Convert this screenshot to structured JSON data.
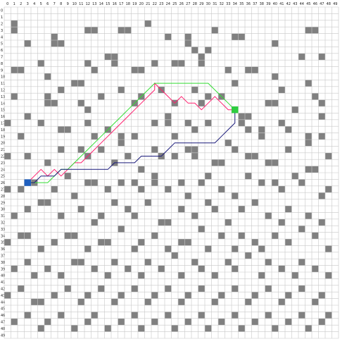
{
  "grid": {
    "columns": 50,
    "rows": 50,
    "column_labels": [
      "0",
      "1",
      "2",
      "3",
      "4",
      "5",
      "6",
      "7",
      "8",
      "9",
      "10",
      "11",
      "12",
      "13",
      "14",
      "15",
      "16",
      "17",
      "18",
      "19",
      "20",
      "21",
      "22",
      "23",
      "24",
      "25",
      "26",
      "27",
      "28",
      "29",
      "30",
      "31",
      "32",
      "33",
      "34",
      "35",
      "36",
      "37",
      "38",
      "39",
      "40",
      "41",
      "42",
      "43",
      "44",
      "45",
      "46",
      "47",
      "48",
      "49"
    ],
    "row_labels": [
      "0",
      "1",
      "2",
      "3",
      "4",
      "5",
      "6",
      "7",
      "8",
      "9",
      "10",
      "11",
      "12",
      "13",
      "14",
      "15",
      "16",
      "17",
      "18",
      "19",
      "20",
      "21",
      "22",
      "23",
      "24",
      "25",
      "26",
      "27",
      "28",
      "29",
      "30",
      "31",
      "32",
      "33",
      "34",
      "35",
      "36",
      "37",
      "38",
      "39",
      "40",
      "41",
      "42",
      "43",
      "44",
      "45",
      "46",
      "47",
      "48",
      "49"
    ],
    "obstacles": [
      [
        1,
        2
      ],
      [
        1,
        3
      ],
      [
        7,
        4
      ],
      [
        7,
        5
      ],
      [
        8,
        5
      ],
      [
        3,
        5
      ],
      [
        12,
        3
      ],
      [
        13,
        3
      ],
      [
        17,
        3
      ],
      [
        18,
        3
      ],
      [
        21,
        2
      ],
      [
        24,
        4
      ],
      [
        27,
        4
      ],
      [
        27,
        5
      ],
      [
        31,
        3
      ],
      [
        34,
        4
      ],
      [
        35,
        4
      ],
      [
        40,
        5
      ],
      [
        45,
        3
      ],
      [
        46,
        3
      ],
      [
        44,
        7
      ],
      [
        47,
        7
      ],
      [
        1,
        9
      ],
      [
        2,
        9
      ],
      [
        5,
        8
      ],
      [
        6,
        10
      ],
      [
        10,
        11
      ],
      [
        11,
        11
      ],
      [
        12,
        8
      ],
      [
        13,
        9
      ],
      [
        15,
        7
      ],
      [
        16,
        7
      ],
      [
        16,
        8
      ],
      [
        19,
        9
      ],
      [
        20,
        9
      ],
      [
        22,
        8
      ],
      [
        25,
        8
      ],
      [
        26,
        8
      ],
      [
        29,
        7
      ],
      [
        29,
        8
      ],
      [
        30,
        6
      ],
      [
        28,
        6
      ],
      [
        33,
        9
      ],
      [
        36,
        9
      ],
      [
        37,
        9
      ],
      [
        40,
        10
      ],
      [
        41,
        12
      ],
      [
        45,
        11
      ],
      [
        46,
        13
      ],
      [
        1,
        13
      ],
      [
        6,
        13
      ],
      [
        6,
        14
      ],
      [
        7,
        14
      ],
      [
        8,
        12
      ],
      [
        11,
        14
      ],
      [
        12,
        15
      ],
      [
        14,
        13
      ],
      [
        17,
        12
      ],
      [
        19,
        14
      ],
      [
        20,
        13
      ],
      [
        23,
        12
      ],
      [
        25,
        14
      ],
      [
        28,
        12
      ],
      [
        29,
        14
      ],
      [
        30,
        13
      ],
      [
        32,
        13
      ],
      [
        34,
        11
      ],
      [
        35,
        16
      ],
      [
        35,
        17
      ],
      [
        36,
        16
      ],
      [
        36,
        18
      ],
      [
        39,
        14
      ],
      [
        40,
        14
      ],
      [
        43,
        15
      ],
      [
        47,
        14
      ],
      [
        47,
        16
      ],
      [
        0,
        17
      ],
      [
        2,
        19
      ],
      [
        3,
        16
      ],
      [
        5,
        17
      ],
      [
        8,
        18
      ],
      [
        9,
        18
      ],
      [
        12,
        17
      ],
      [
        13,
        19
      ],
      [
        15,
        18
      ],
      [
        17,
        19
      ],
      [
        17,
        20
      ],
      [
        19,
        19
      ],
      [
        22,
        17
      ],
      [
        24,
        16
      ],
      [
        24,
        17
      ],
      [
        25,
        19
      ],
      [
        27,
        17
      ],
      [
        28,
        18
      ],
      [
        30,
        17
      ],
      [
        33,
        20
      ],
      [
        38,
        18
      ],
      [
        38,
        19
      ],
      [
        41,
        17
      ],
      [
        42,
        18
      ],
      [
        45,
        19
      ],
      [
        45,
        20
      ],
      [
        47,
        19
      ],
      [
        0,
        22
      ],
      [
        3,
        22
      ],
      [
        6,
        23
      ],
      [
        8,
        21
      ],
      [
        11,
        21
      ],
      [
        12,
        22
      ],
      [
        14,
        21
      ],
      [
        16,
        23
      ],
      [
        18,
        22
      ],
      [
        20,
        24
      ],
      [
        22,
        21
      ],
      [
        23,
        22
      ],
      [
        25,
        22
      ],
      [
        27,
        21
      ],
      [
        28,
        21
      ],
      [
        28,
        22
      ],
      [
        31,
        23
      ],
      [
        32,
        23
      ],
      [
        34,
        21
      ],
      [
        36,
        22
      ],
      [
        37,
        22
      ],
      [
        39,
        23
      ],
      [
        40,
        23
      ],
      [
        42,
        21
      ],
      [
        45,
        24
      ],
      [
        46,
        24
      ],
      [
        48,
        22
      ],
      [
        0,
        27
      ],
      [
        2,
        27
      ],
      [
        4,
        26
      ],
      [
        7,
        27
      ],
      [
        9,
        25
      ],
      [
        10,
        28
      ],
      [
        12,
        26
      ],
      [
        13,
        26
      ],
      [
        15,
        27
      ],
      [
        17,
        26
      ],
      [
        19,
        26
      ],
      [
        20,
        27
      ],
      [
        22,
        25
      ],
      [
        22,
        26
      ],
      [
        24,
        27
      ],
      [
        26,
        26
      ],
      [
        27,
        28
      ],
      [
        29,
        26
      ],
      [
        30,
        25
      ],
      [
        32,
        27
      ],
      [
        34,
        28
      ],
      [
        36,
        25
      ],
      [
        38,
        26
      ],
      [
        40,
        26
      ],
      [
        41,
        27
      ],
      [
        43,
        25
      ],
      [
        44,
        26
      ],
      [
        47,
        28
      ],
      [
        48,
        27
      ],
      [
        1,
        31
      ],
      [
        3,
        30
      ],
      [
        5,
        29
      ],
      [
        6,
        29
      ],
      [
        8,
        31
      ],
      [
        11,
        30
      ],
      [
        13,
        32
      ],
      [
        14,
        31
      ],
      [
        16,
        29
      ],
      [
        18,
        30
      ],
      [
        19,
        31
      ],
      [
        21,
        29
      ],
      [
        23,
        32
      ],
      [
        24,
        32
      ],
      [
        26,
        30
      ],
      [
        28,
        31
      ],
      [
        30,
        29
      ],
      [
        31,
        30
      ],
      [
        33,
        32
      ],
      [
        35,
        30
      ],
      [
        37,
        29
      ],
      [
        39,
        31
      ],
      [
        41,
        32
      ],
      [
        42,
        30
      ],
      [
        45,
        31
      ],
      [
        47,
        32
      ],
      [
        0,
        35
      ],
      [
        2,
        34
      ],
      [
        3,
        34
      ],
      [
        5,
        36
      ],
      [
        7,
        35
      ],
      [
        9,
        34
      ],
      [
        10,
        34
      ],
      [
        12,
        36
      ],
      [
        14,
        35
      ],
      [
        15,
        35
      ],
      [
        17,
        33
      ],
      [
        19,
        36
      ],
      [
        20,
        35
      ],
      [
        22,
        34
      ],
      [
        24,
        36
      ],
      [
        26,
        35
      ],
      [
        27,
        35
      ],
      [
        29,
        33
      ],
      [
        30,
        36
      ],
      [
        32,
        34
      ],
      [
        34,
        36
      ],
      [
        35,
        34
      ],
      [
        37,
        35
      ],
      [
        38,
        36
      ],
      [
        40,
        34
      ],
      [
        42,
        35
      ],
      [
        44,
        33
      ],
      [
        46,
        34
      ],
      [
        48,
        36
      ],
      [
        1,
        39
      ],
      [
        3,
        38
      ],
      [
        4,
        40
      ],
      [
        6,
        39
      ],
      [
        8,
        40
      ],
      [
        10,
        38
      ],
      [
        11,
        38
      ],
      [
        13,
        39
      ],
      [
        15,
        40
      ],
      [
        16,
        38
      ],
      [
        18,
        39
      ],
      [
        20,
        40
      ],
      [
        21,
        38
      ],
      [
        23,
        39
      ],
      [
        25,
        37
      ],
      [
        26,
        40
      ],
      [
        28,
        38
      ],
      [
        29,
        39
      ],
      [
        31,
        40
      ],
      [
        33,
        38
      ],
      [
        34,
        39
      ],
      [
        36,
        37
      ],
      [
        38,
        40
      ],
      [
        39,
        38
      ],
      [
        41,
        39
      ],
      [
        43,
        40
      ],
      [
        44,
        38
      ],
      [
        46,
        39
      ],
      [
        48,
        40
      ],
      [
        0,
        43
      ],
      [
        2,
        42
      ],
      [
        4,
        44
      ],
      [
        5,
        44
      ],
      [
        7,
        43
      ],
      [
        9,
        42
      ],
      [
        11,
        44
      ],
      [
        12,
        43
      ],
      [
        14,
        42
      ],
      [
        16,
        44
      ],
      [
        17,
        43
      ],
      [
        19,
        42
      ],
      [
        21,
        44
      ],
      [
        22,
        43
      ],
      [
        24,
        42
      ],
      [
        26,
        44
      ],
      [
        27,
        43
      ],
      [
        29,
        42
      ],
      [
        31,
        44
      ],
      [
        32,
        43
      ],
      [
        34,
        42
      ],
      [
        36,
        44
      ],
      [
        37,
        43
      ],
      [
        39,
        42
      ],
      [
        41,
        44
      ],
      [
        42,
        43
      ],
      [
        44,
        42
      ],
      [
        46,
        44
      ],
      [
        47,
        43
      ],
      [
        1,
        47
      ],
      [
        3,
        46
      ],
      [
        5,
        48
      ],
      [
        6,
        47
      ],
      [
        8,
        46
      ],
      [
        10,
        48
      ],
      [
        12,
        47
      ],
      [
        13,
        46
      ],
      [
        15,
        48
      ],
      [
        17,
        47
      ],
      [
        19,
        46
      ],
      [
        20,
        48
      ],
      [
        22,
        47
      ],
      [
        24,
        46
      ],
      [
        25,
        48
      ],
      [
        27,
        47
      ],
      [
        29,
        46
      ],
      [
        30,
        48
      ],
      [
        32,
        47
      ],
      [
        34,
        46
      ],
      [
        35,
        48
      ],
      [
        37,
        47
      ],
      [
        39,
        46
      ],
      [
        40,
        48
      ],
      [
        42,
        47
      ],
      [
        44,
        46
      ],
      [
        45,
        48
      ],
      [
        47,
        47
      ],
      [
        48,
        46
      ]
    ],
    "colors": {
      "obstacle": "#808080",
      "gridline": "#c8c8c8",
      "start": "#1f5fbf",
      "goal": "#2ecc40"
    }
  },
  "start": {
    "col": 3,
    "row": 26
  },
  "goal": {
    "col": 34,
    "row": 15
  },
  "paths": [
    {
      "color": "#ff1f6e",
      "points": [
        [
          3,
          26
        ],
        [
          4,
          25
        ],
        [
          5,
          24
        ],
        [
          6,
          25
        ],
        [
          7,
          24
        ],
        [
          8,
          25
        ],
        [
          9,
          24
        ],
        [
          10,
          23
        ],
        [
          11,
          23
        ],
        [
          12,
          22
        ],
        [
          13,
          21
        ],
        [
          14,
          20
        ],
        [
          15,
          19
        ],
        [
          16,
          18
        ],
        [
          17,
          17
        ],
        [
          18,
          16
        ],
        [
          19,
          15
        ],
        [
          20,
          14
        ],
        [
          21,
          13
        ],
        [
          22,
          12
        ],
        [
          22,
          11
        ],
        [
          23,
          12
        ],
        [
          24,
          13
        ],
        [
          25,
          14
        ],
        [
          26,
          13
        ],
        [
          27,
          14
        ],
        [
          28,
          14
        ],
        [
          29,
          15
        ],
        [
          30,
          14
        ],
        [
          31,
          13
        ],
        [
          32,
          14
        ],
        [
          33,
          15
        ],
        [
          34,
          15
        ]
      ]
    },
    {
      "color": "#33dd33",
      "points": [
        [
          3,
          26
        ],
        [
          4,
          26
        ],
        [
          5,
          26
        ],
        [
          6,
          26
        ],
        [
          7,
          25
        ],
        [
          8,
          24
        ],
        [
          9,
          24
        ],
        [
          10,
          23
        ],
        [
          11,
          22
        ],
        [
          12,
          21
        ],
        [
          13,
          20
        ],
        [
          14,
          19
        ],
        [
          15,
          18
        ],
        [
          16,
          17
        ],
        [
          17,
          16
        ],
        [
          18,
          15
        ],
        [
          19,
          14
        ],
        [
          20,
          13
        ],
        [
          21,
          12
        ],
        [
          22,
          11
        ],
        [
          23,
          11
        ],
        [
          24,
          11
        ],
        [
          25,
          11
        ],
        [
          26,
          11
        ],
        [
          27,
          11
        ],
        [
          28,
          11
        ],
        [
          29,
          11
        ],
        [
          30,
          11
        ],
        [
          31,
          12
        ],
        [
          32,
          13
        ],
        [
          33,
          14
        ],
        [
          34,
          15
        ]
      ]
    },
    {
      "color": "#1a1a7a",
      "points": [
        [
          3,
          26
        ],
        [
          4,
          26
        ],
        [
          5,
          25
        ],
        [
          6,
          25
        ],
        [
          7,
          25
        ],
        [
          8,
          24
        ],
        [
          9,
          24
        ],
        [
          10,
          24
        ],
        [
          11,
          24
        ],
        [
          12,
          24
        ],
        [
          13,
          24
        ],
        [
          14,
          24
        ],
        [
          15,
          24
        ],
        [
          16,
          23
        ],
        [
          17,
          23
        ],
        [
          18,
          23
        ],
        [
          19,
          23
        ],
        [
          20,
          22
        ],
        [
          21,
          22
        ],
        [
          22,
          22
        ],
        [
          23,
          22
        ],
        [
          24,
          21
        ],
        [
          25,
          20
        ],
        [
          26,
          20
        ],
        [
          27,
          20
        ],
        [
          28,
          20
        ],
        [
          29,
          20
        ],
        [
          30,
          20
        ],
        [
          31,
          20
        ],
        [
          32,
          19
        ],
        [
          33,
          18
        ],
        [
          34,
          17
        ],
        [
          34,
          16
        ],
        [
          34,
          15
        ]
      ]
    }
  ]
}
